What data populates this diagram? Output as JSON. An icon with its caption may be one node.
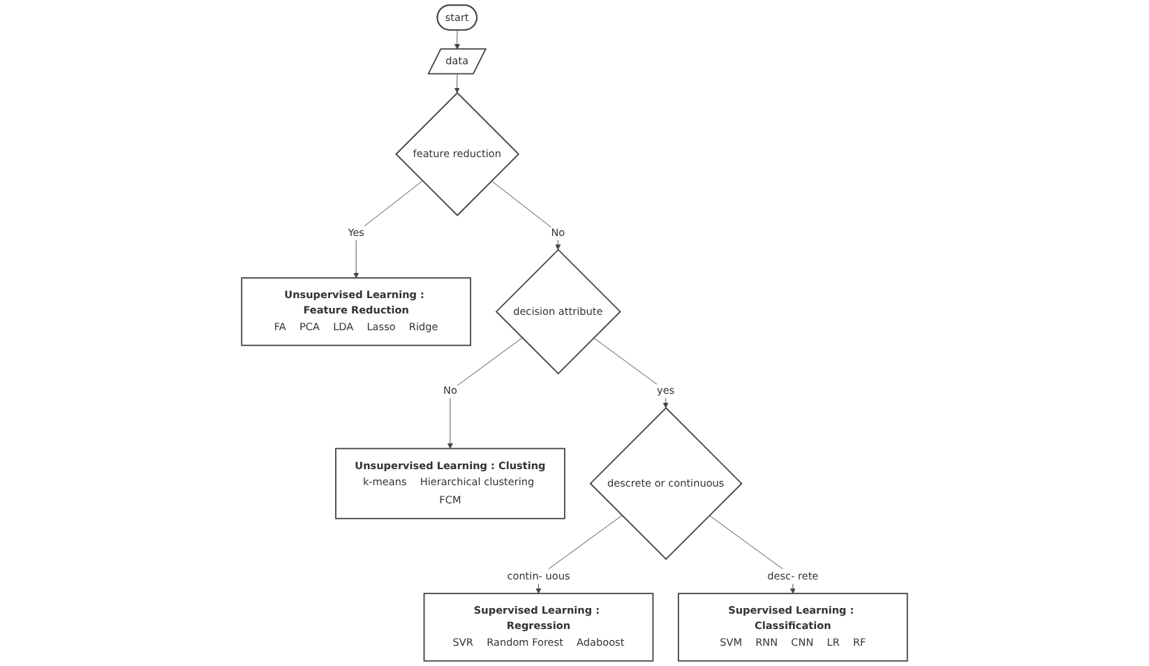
{
  "diagram": {
    "nodes": [
      {
        "text": [
          "start"
        ]
      },
      {
        "text": [
          "data"
        ]
      },
      {
        "text": [
          "feature reduction"
        ]
      },
      {
        "text": [
          "Unsupervised Learning : Feature Reduction",
          "FA",
          "PCA",
          "LDA",
          "Lasso",
          "Ridge"
        ]
      },
      {
        "text": [
          "decision attribute"
        ]
      },
      {
        "text": [
          "Unsupervised Learning : Clusting",
          "k-means",
          "Hierarchical clustering",
          "FCM"
        ]
      },
      {
        "text": [
          "descrete or continuous"
        ]
      },
      {
        "text": [
          "Supervised Learning : Regression",
          "SVR",
          "Random Forest",
          "Adaboost"
        ]
      },
      {
        "text": [
          "Supervised Learning : Classification",
          "SVM",
          "RNN",
          "CNN",
          "LR",
          "RF"
        ]
      }
    ],
    "edges": [
      {
        "from": 0,
        "to": 1,
        "arrow": "to"
      },
      {
        "from": 1,
        "to": 2,
        "arrow": "to"
      },
      {
        "from": 2,
        "to": 3,
        "arrow": "to",
        "label": "Yes"
      },
      {
        "from": 2,
        "to": 4,
        "arrow": "to",
        "label": "No"
      },
      {
        "from": 4,
        "to": 5,
        "arrow": "to",
        "label": "No"
      },
      {
        "from": 4,
        "to": 6,
        "arrow": "to",
        "label": "yes"
      },
      {
        "from": 6,
        "to": 7,
        "arrow": "to",
        "label": "contin- uous"
      },
      {
        "from": 6,
        "to": 8,
        "arrow": "to",
        "label": "desc- rete"
      }
    ]
  }
}
